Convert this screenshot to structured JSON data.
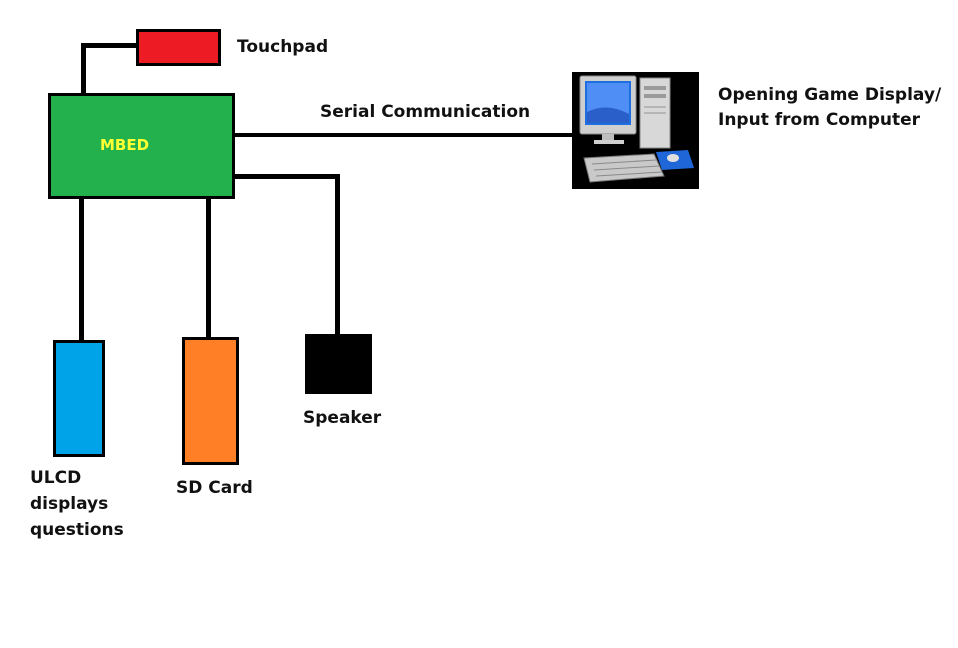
{
  "colors": {
    "mbed_fill": "#22b14c",
    "mbed_text": "#ffff33",
    "touchpad_fill": "#ed1c24",
    "ulcd_fill": "#00a2e8",
    "sdcard_fill": "#ff7f27",
    "speaker_fill": "#000000",
    "wire": "#000000"
  },
  "mbed": {
    "label": "MBED"
  },
  "touchpad": {
    "label": "Touchpad"
  },
  "serial_link": {
    "label": "Serial Communication"
  },
  "computer": {
    "icon": "desktop-computer-icon",
    "label_line1": "Opening Game Display/",
    "label_line2": "Input from Computer"
  },
  "ulcd": {
    "label_line1": "ULCD",
    "label_line2": "displays",
    "label_line3": "questions"
  },
  "sd_card": {
    "label": "SD Card"
  },
  "speaker": {
    "label": "Speaker"
  }
}
